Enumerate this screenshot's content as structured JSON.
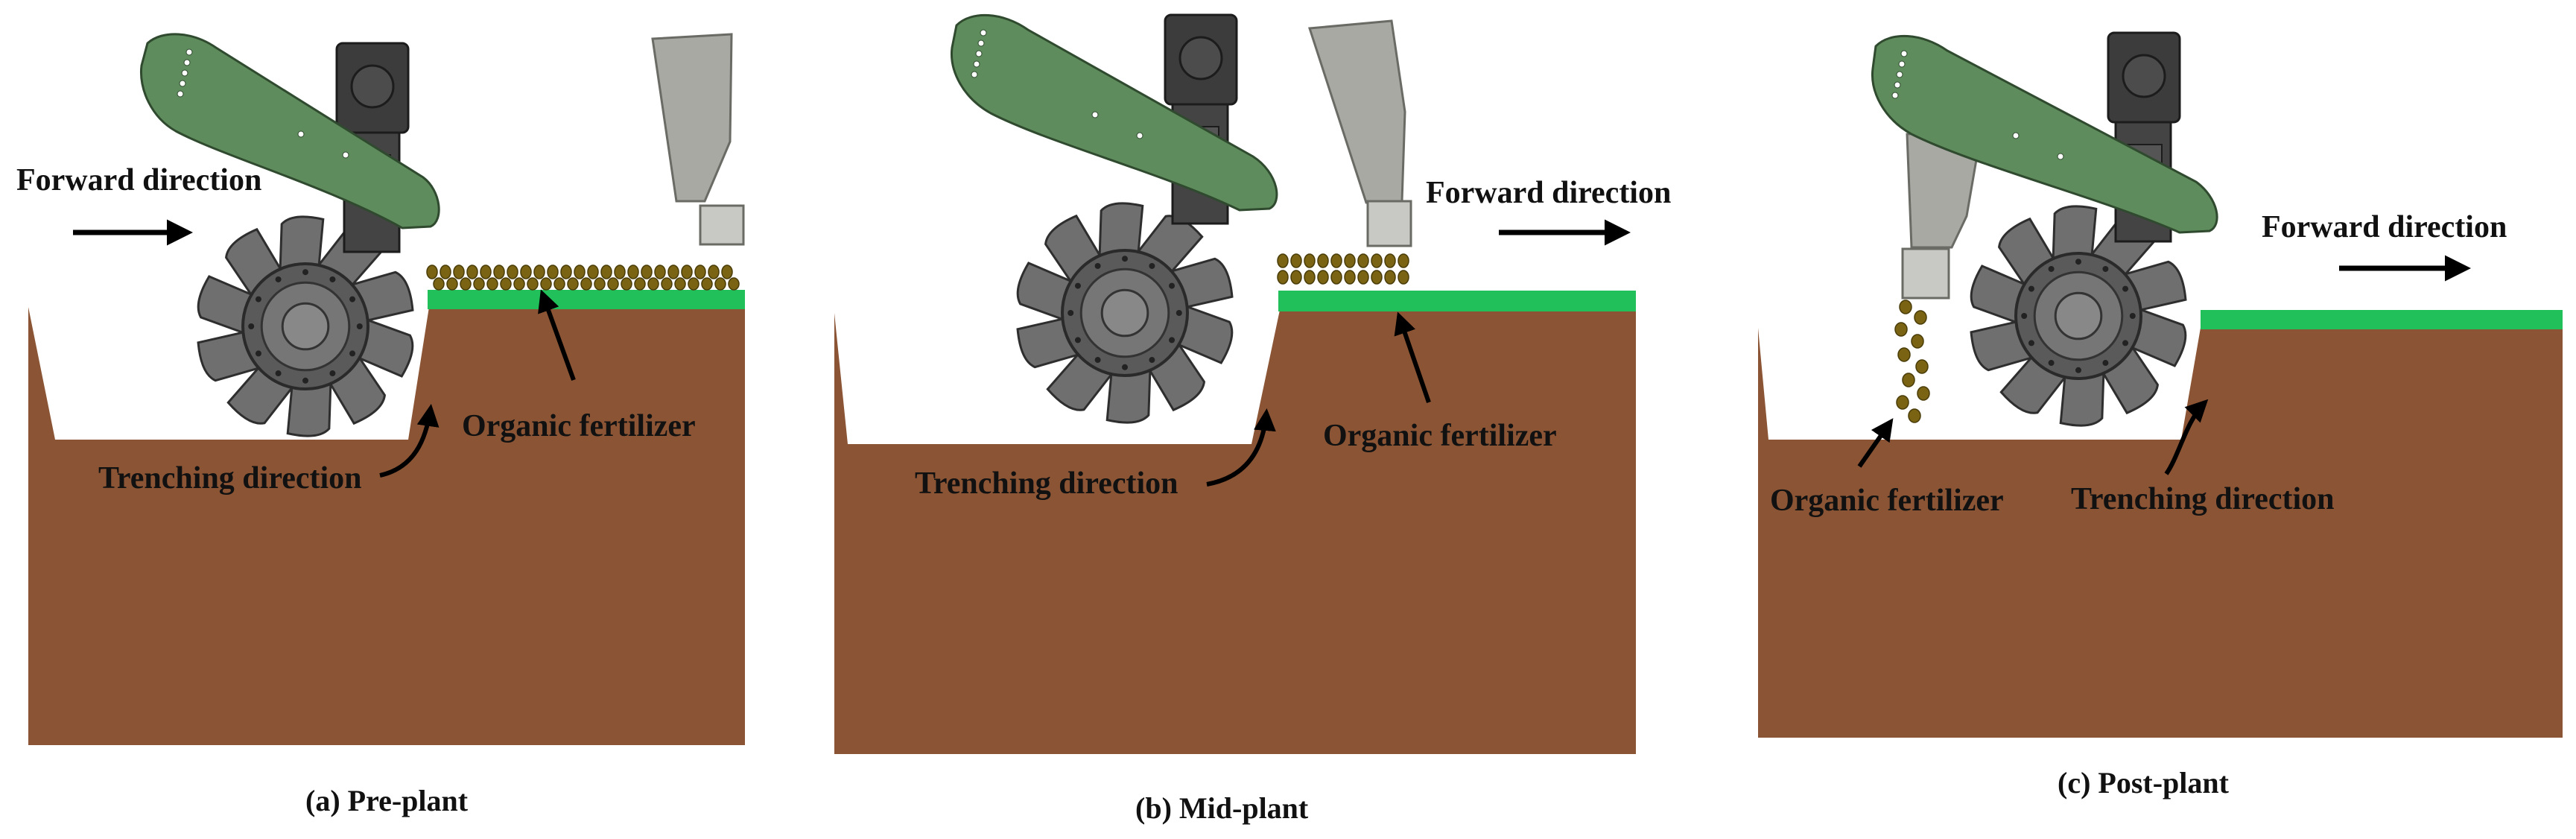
{
  "colors": {
    "soil": "#8b5535",
    "grass": "#22c05a",
    "fertilizer": "#7a6414",
    "arm": "#5e8c5c",
    "wheel": "#6f6f6f",
    "hopper": "#a9a9a4",
    "arrow": "#000000"
  },
  "panels": [
    {
      "caption": "(a) Pre-plant",
      "forward_label": "Forward direction",
      "fertilizer_label": "Organic fertilizer",
      "trenching_label": "Trenching direction"
    },
    {
      "caption": "(b) Mid-plant",
      "forward_label": "Forward direction",
      "fertilizer_label": "Organic fertilizer",
      "trenching_label": "Trenching direction"
    },
    {
      "caption": "(c) Post-plant",
      "forward_label": "Forward direction",
      "fertilizer_label": "Organic fertilizer",
      "trenching_label": "Trenching direction"
    }
  ]
}
